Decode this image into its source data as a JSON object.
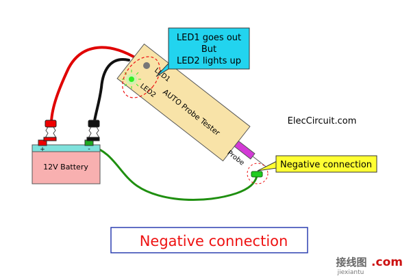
{
  "callout_top": {
    "line1": "LED1 goes out",
    "line2": "But",
    "line3": "LED2 lights up"
  },
  "callout_right": "Negative connection",
  "battery": {
    "label": "12V Battery",
    "plus": "+",
    "minus": "-"
  },
  "tester": {
    "title": "AUTO Probe Tester",
    "led1_label": "LED1",
    "led2_label": "LED2",
    "probe_label": "Probe"
  },
  "credit": "ElecCircuit.com",
  "caption": "Negative connection",
  "watermark": {
    "main": "接线图",
    "dotcom": ".com",
    "sub": "jiexiantu"
  },
  "colors": {
    "tester_body": "#f8e3a8",
    "callout_cyan": "#22d4ef",
    "callout_yellow": "#ffff33",
    "battery_body": "#f8b0b0",
    "battery_top": "#7fe1dc",
    "wire_red": "#e00000",
    "wire_black": "#111111",
    "wire_green": "#1f8f10",
    "led2_on": "#33ee22",
    "led1_off": "#777777",
    "caption_red": "#ee1111",
    "caption_border": "#2b3fb0",
    "probe_tip": "#d33ad6",
    "clip_red": "#ee0000",
    "clip_green": "#11aa11"
  }
}
